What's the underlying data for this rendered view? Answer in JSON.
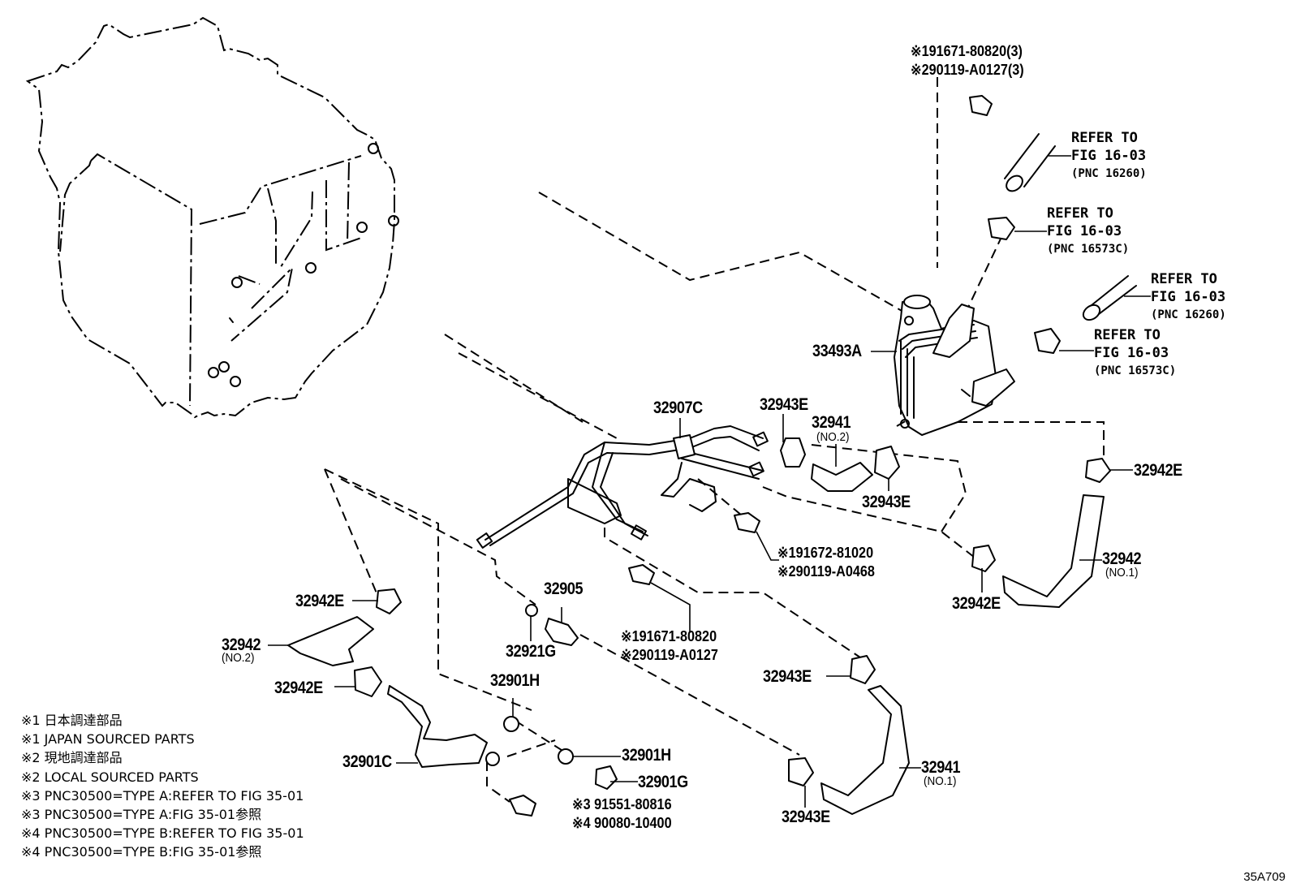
{
  "diagram": {
    "figure_id": "35A709",
    "parts": [
      {
        "id": "33493A",
        "label": "33493A"
      },
      {
        "id": "32907C",
        "label": "32907C"
      },
      {
        "id": "32943E_a",
        "label": "32943E"
      },
      {
        "id": "32941_no2",
        "label": "32941",
        "sub": "(NO.2)"
      },
      {
        "id": "32943E_b",
        "label": "32943E"
      },
      {
        "id": "32942E_a",
        "label": "32942E"
      },
      {
        "id": "32942_no1",
        "label": "32942",
        "sub": "(NO.1)"
      },
      {
        "id": "32942E_b",
        "label": "32942E"
      },
      {
        "id": "32942E_c",
        "label": "32942E"
      },
      {
        "id": "32942_no2",
        "label": "32942",
        "sub": "(NO.2)"
      },
      {
        "id": "32942E_d",
        "label": "32942E"
      },
      {
        "id": "32905",
        "label": "32905"
      },
      {
        "id": "32921G",
        "label": "32921G"
      },
      {
        "id": "32901H_a",
        "label": "32901H"
      },
      {
        "id": "32901H_b",
        "label": "32901H"
      },
      {
        "id": "32901G",
        "label": "32901G"
      },
      {
        "id": "32901C",
        "label": "32901C"
      },
      {
        "id": "32943E_c",
        "label": "32943E"
      },
      {
        "id": "32943E_d",
        "label": "32943E"
      },
      {
        "id": "32941_no1",
        "label": "32941",
        "sub": "(NO.1)"
      }
    ],
    "bolt_callouts": {
      "top": [
        "※191671-80820(3)",
        "※290119-A0127(3)"
      ],
      "mid_right": [
        "※191672-81020",
        "※290119-A0468"
      ],
      "mid": [
        "※191671-80820",
        "※290119-A0127"
      ],
      "bottom": [
        "※3  91551-80816",
        "※4  90080-10400"
      ]
    },
    "references": [
      {
        "line1": "REFER TO",
        "line2": "FIG 16-03",
        "line3": "(PNC 16260)"
      },
      {
        "line1": "REFER TO",
        "line2": "FIG 16-03",
        "line3": "(PNC 16573C)"
      },
      {
        "line1": "REFER TO",
        "line2": "FIG 16-03",
        "line3": "(PNC 16260)"
      },
      {
        "line1": "REFER TO",
        "line2": "FIG 16-03",
        "line3": "(PNC 16573C)"
      }
    ],
    "legend": [
      "※1 日本調達部品",
      "※1 JAPAN SOURCED PARTS",
      "※2 現地調達部品",
      "※2 LOCAL SOURCED PARTS",
      "※3 PNC30500=TYPE A:REFER TO FIG 35-01",
      "※3 PNC30500=TYPE A:FIG 35-01参照",
      "※4 PNC30500=TYPE B:REFER TO FIG 35-01",
      "※4 PNC30500=TYPE B:FIG 35-01参照"
    ]
  }
}
